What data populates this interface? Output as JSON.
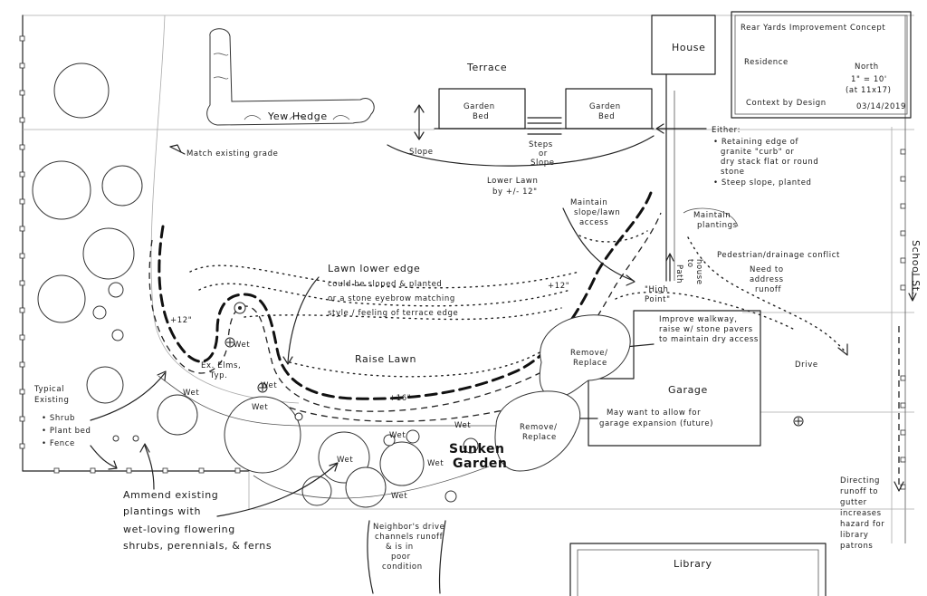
{
  "title_block": {
    "title": "Rear Yards Improvement Concept",
    "residence": "Residence",
    "north": "North",
    "scale": "1\" = 10'",
    "scale_note": "(at 11x17)",
    "firm": "Context by Design",
    "date": "03/14/2019"
  },
  "labels": {
    "house": "House",
    "terrace": "Terrace",
    "garden_bed_1_a": "Garden",
    "garden_bed_1_b": "Bed",
    "garden_bed_2_a": "Garden",
    "garden_bed_2_b": "Bed",
    "yew_hedge": "Yew Hedge",
    "match_grade": "Match existing grade",
    "slope": "Slope",
    "steps_a": "Steps",
    "steps_b": "or",
    "steps_c": "Slope",
    "lower_lawn_a": "Lower Lawn",
    "lower_lawn_b": "by +/- 12\"",
    "either": "Either:",
    "either_1a": "• Retaining edge of",
    "either_1b": "granite \"curb\" or",
    "either_1c": "dry stack flat or round",
    "either_1d": "stone",
    "either_2": "• Steep slope, planted",
    "maintain_slope_a": "Maintain",
    "maintain_slope_b": "slope/lawn",
    "maintain_slope_c": "access",
    "maintain_plantings_a": "Maintain",
    "maintain_plantings_b": "plantings",
    "path_a": "Path",
    "path_b": "to",
    "path_c": "house",
    "conflict_a": "Pedestrian/drainage conflict",
    "conflict_b": "Need to",
    "conflict_c": "address",
    "conflict_d": "runoff",
    "school_st": "School St.",
    "lawn_edge_a": "Lawn lower edge",
    "lawn_edge_b": "could be sloped & planted",
    "lawn_edge_c": "or a stone eyebrow matching",
    "lawn_edge_d": "style / feeling of terrace edge",
    "plus12_left": "+12\"",
    "plus12_right": "+12\"",
    "plus16": "+16\"",
    "raise_lawn": "Raise Lawn",
    "high_point_a": "\"High",
    "high_point_b": "Point\"",
    "walkway_a": "Improve walkway,",
    "walkway_b": "raise w/ stone pavers",
    "walkway_c": "to maintain dry access",
    "drive": "Drive",
    "remove_1a": "Remove/",
    "remove_1b": "Replace",
    "remove_2a": "Remove/",
    "remove_2b": "Replace",
    "garage": "Garage",
    "garage_note_a": "May want to allow for",
    "garage_note_b": "garage expansion (future)",
    "elms_a": "Ex. Elms,",
    "elms_b": "Typ.",
    "wet_1": "Wet",
    "wet_2": "Wet",
    "wet_3": "Wet",
    "wet_4": "Wet",
    "wet_5": "Wet",
    "wet_6": "Wet",
    "wet_7": "Wet",
    "wet_8": "Wet",
    "wet_9": "Wet",
    "sunken_a": "Sunken",
    "sunken_b": "Garden",
    "typical_a": "Typical",
    "typical_b": "Existing",
    "typical_1": "• Shrub",
    "typical_2": "• Plant bed",
    "typical_3": "• Fence",
    "ammend_a": "Ammend existing",
    "ammend_b": "plantings with",
    "ammend_c": "wet-loving flowering",
    "ammend_d": "shrubs, perennials, & ferns",
    "neighbor_a": "Neighbor's drive",
    "neighbor_b": "channels runoff",
    "neighbor_c": "& is in",
    "neighbor_d": "poor",
    "neighbor_e": "condition",
    "directing_a": "Directing",
    "directing_b": "runoff to",
    "directing_c": "gutter",
    "directing_d": "increases",
    "directing_e": "hazard for",
    "directing_f": "library",
    "directing_g": "patrons",
    "library": "Library"
  }
}
